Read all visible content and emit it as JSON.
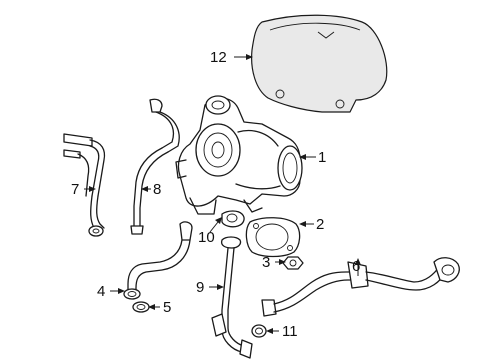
{
  "callouts": [
    {
      "id": "c1",
      "number": "1"
    },
    {
      "id": "c2",
      "number": "2"
    },
    {
      "id": "c3",
      "number": "3"
    },
    {
      "id": "c4",
      "number": "4"
    },
    {
      "id": "c5",
      "number": "5"
    },
    {
      "id": "c6",
      "number": "6"
    },
    {
      "id": "c7",
      "number": "7"
    },
    {
      "id": "c8",
      "number": "8"
    },
    {
      "id": "c9",
      "number": "9"
    },
    {
      "id": "c10",
      "number": "10"
    },
    {
      "id": "c11",
      "number": "11"
    },
    {
      "id": "c12",
      "number": "12"
    }
  ]
}
